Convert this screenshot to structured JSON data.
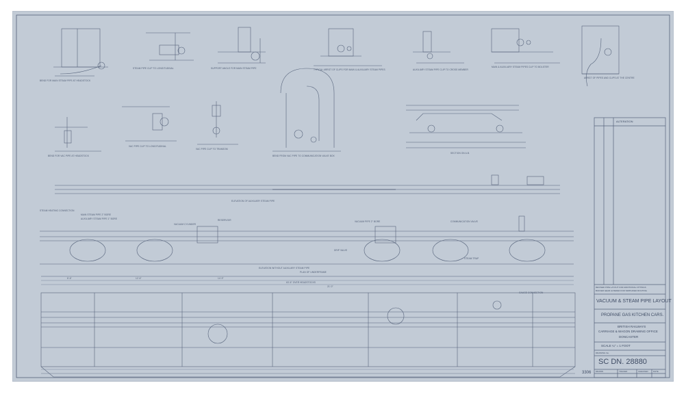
{
  "title_block": {
    "revision_header": "ALTERATION",
    "revision_note_1": "REVISED PIPE LAYOUT FOR ADDITIONAL FITTINGS",
    "revision_note_2": "BUFFER GEAR ALTERED FOR SIMPLIFIED ROUTING",
    "title": "VACUUM & STEAM PIPE LAYOUT",
    "subtitle": "PROPANE GAS KITCHEN CARS.",
    "org_1": "BRITISH RAILWAYS",
    "org_2": "CARRIAGE & WAGON DRAWING OFFICE",
    "org_3": "DONCASTER",
    "scale": "SCALE ¼\" = 1 FOOT",
    "drawing_no_label": "DRAWING No.",
    "drawing_no": "SC DN. 28880",
    "drawn_label": "DRAWN",
    "traced_label": "TRACED",
    "checked_label": "CHECKED",
    "date_label": "DATE",
    "stamp": "3306"
  },
  "view_labels": {
    "bend_main_steam": "BEND FOR MAIN STEAM PIPE AT HEADSTOCK",
    "steam_clip_longitudinal": "STEAM PIPE CLIP TO LONGITUDINAL",
    "support_angle_main_steam": "SUPPORT ANGLE FOR MAIN STEAM PIPE",
    "typical_clips_pipes": "TYPICAL ARRGT OF CLIPS FOR MAIN & AUXILIARY STEAM PIPES",
    "aux_steam_clip": "AUXILIARY STEAM PIPE CLIP TO CROSS MEMBER",
    "main_aux_clip_bolster": "MAIN & AUXILIARY STEAM PIPES CLIP TO BOLSTER",
    "arrgt_pipes_clips_centre": "ARRGT OF PIPES AND CLIPS AT THE CENTRE",
    "bend_vac_pipe": "BEND FOR VAC PIPE AT HEADSTOCK",
    "vac_pipe_clip_longitudinal": "VAC PIPE CLIP TO LONGITUDINAL",
    "vac_pipe_clip_transom": "VAC PIPE CLIP TO TRANSOM",
    "bend_drip_vac_pipe": "BEND FROM VAC PIPE TO COMMUNICATION VALVE BOX",
    "section_ab": "SECTION ON A.B.",
    "elevation_aux_steam": "ELEVATION OF AUXILIARY STEAM PIPE",
    "elevation_main_steam": "ELEVATION WITHOUT AUXILIARY STEAM PIPE",
    "plan_view": "PLAN OF UNDERFRAME"
  },
  "callouts": {
    "c1": "STEAM HEATING CONNECTION",
    "c2": "MAIN STEAM PIPE 2\" BORE",
    "c3": "AUXILIARY STEAM PIPE 1\" BORE",
    "c4": "VACUUM CYLINDER",
    "c5": "RESERVOIR",
    "c6": "DRIP VALVE",
    "c7": "VACUUM PIPE 2\" BORE",
    "c8": "COMMUNICATION VALVE",
    "c9": "STEAM TRAP",
    "c10": "GAUGE CONNECTION"
  },
  "dimensions": {
    "d1": "8'-6\"",
    "d2": "12'-6\"",
    "d3": "14'-9\"",
    "d4": "21'-0\"",
    "d5": "63'-6\" OVER HEADSTOCKS"
  }
}
